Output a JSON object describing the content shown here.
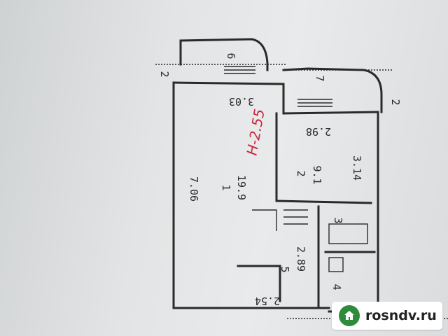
{
  "plan": {
    "room_1": {
      "number": "1",
      "area": "19.9",
      "width": "3.03",
      "length": "7.06"
    },
    "room_2": {
      "number": "2",
      "area": "9.1",
      "width": "2.98",
      "length": "3.14"
    },
    "room_3": {
      "number": "3"
    },
    "room_4": {
      "number": "4"
    },
    "room_5": {
      "number": "5",
      "width": "2.54",
      "length": "2.89"
    },
    "room_6": {
      "number": "6"
    },
    "room_7": {
      "number": "7"
    },
    "ceiling_height": "H-2.55",
    "axis_mark": "2"
  },
  "watermark": {
    "text": "rosndv.ru",
    "icon": "house-icon"
  },
  "colors": {
    "ink": "#2a2a2a",
    "red_annotation": "#c8283a",
    "badge_green": "#2e8b3a"
  }
}
